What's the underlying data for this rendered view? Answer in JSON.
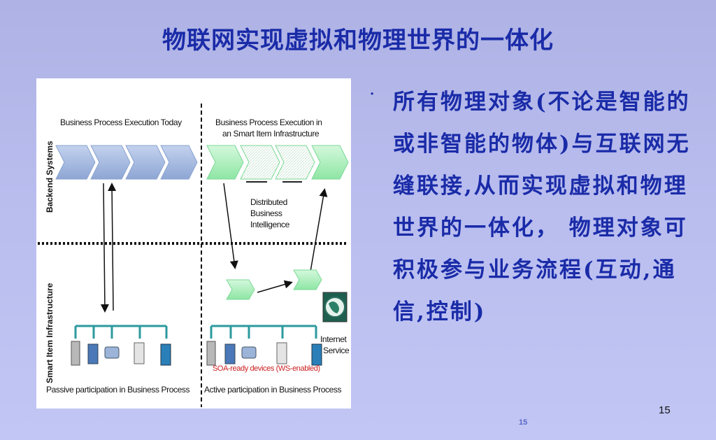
{
  "slide": {
    "title": "物联网实现虚拟和物理世界的一体化",
    "bullet_marker": "·",
    "bullet_text": "所有物理对象(不论是智能的或非智能的物体)与互联网无缝联接,从而实现虚拟和物理世界的一体化， 物理对象可积极参与业务流程(互动,通信,控制)",
    "page_number": "15",
    "footer_number": "15"
  },
  "figure": {
    "left_header": "Business Process Execution Today",
    "right_header_line1": "Business Process Execution in",
    "right_header_line2": "an Smart Item Infrastructure",
    "side_label_top": "Backend Systems",
    "side_label_bottom": "Smart Item Infrastructure",
    "middle_label_line1": "Distributed",
    "middle_label_line2": "Business",
    "middle_label_line3": "Intelligence",
    "internet_line1": "Internet",
    "internet_line2": "Service",
    "soa_label": "SOA-ready devices (WS-enabled)",
    "left_footer": "Passive participation in Business Process",
    "right_footer": "Active participation in Business Process"
  },
  "colors": {
    "title": "#1a2ba8",
    "chevron_blue": "#9eb4dc",
    "chevron_green": "#a8eeb8",
    "bus_teal": "#2c9a9e",
    "soa_red": "#cc1f1f"
  }
}
